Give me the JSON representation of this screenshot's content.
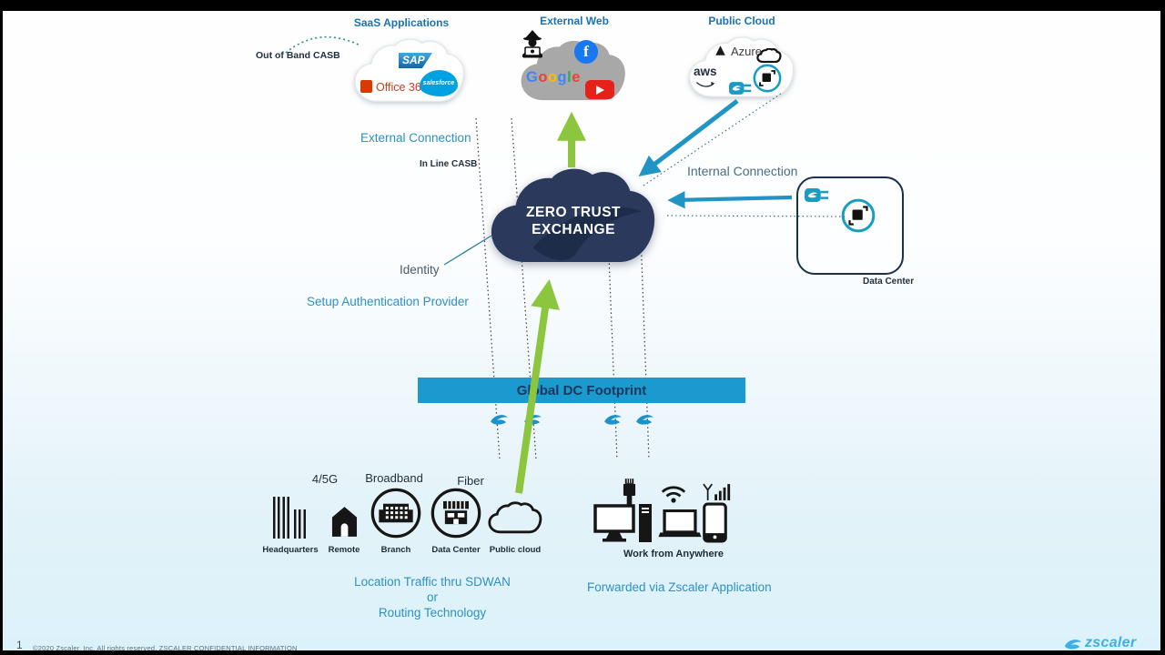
{
  "slide": {
    "page_number": "1",
    "footer_text": "©2020 Zscaler, Inc. All rights reserved. ZSCALER CONFIDENTIAL INFORMATION",
    "brand_logo_text": "zscaler"
  },
  "top": {
    "saas": {
      "title": "SaaS Applications",
      "sap": "SAP",
      "office": "Office 365",
      "salesforce": "salesforce"
    },
    "external_web": {
      "title": "External Web",
      "google": "Google",
      "facebook_glyph": "f"
    },
    "public_cloud": {
      "title": "Public Cloud",
      "azure": "Azure",
      "aws": "aws"
    }
  },
  "center": {
    "zte_line1": "ZERO TRUST",
    "zte_line2": "EXCHANGE",
    "banner": "Global DC Footprint",
    "labels": {
      "out_of_band_casb": "Out of Band CASB",
      "external_connection": "External Connection",
      "in_line_casb": "In Line CASB",
      "internal_connection": "Internal Connection",
      "identity": "Identity",
      "setup_authentication": "Setup Authentication Provider",
      "data_center": "Data Center"
    }
  },
  "bottom": {
    "connectivity": [
      "4/5G",
      "Broadband",
      "Fiber"
    ],
    "locations": [
      "Headquarters",
      "Remote",
      "Branch",
      "Data Center",
      "Public cloud"
    ],
    "work_from_anywhere": "Work from Anywhere",
    "caption_locations_line1": "Location Traffic thru SDWAN or",
    "caption_locations_line2": "Routing Technology",
    "caption_forwarded": "Forwarded via Zscaler Application"
  },
  "colors": {
    "accent_green": "#8bc63e",
    "accent_blue": "#2095c5",
    "banner_fill": "#1a9ace",
    "zte_cloud": "#2b3a5c",
    "heading_blue": "#1a72b2",
    "caption_blue": "#2e90c5",
    "google_palette": [
      "#4285F4",
      "#EA4335",
      "#FBBC05",
      "#4285F4",
      "#34A853",
      "#EA4335"
    ]
  }
}
